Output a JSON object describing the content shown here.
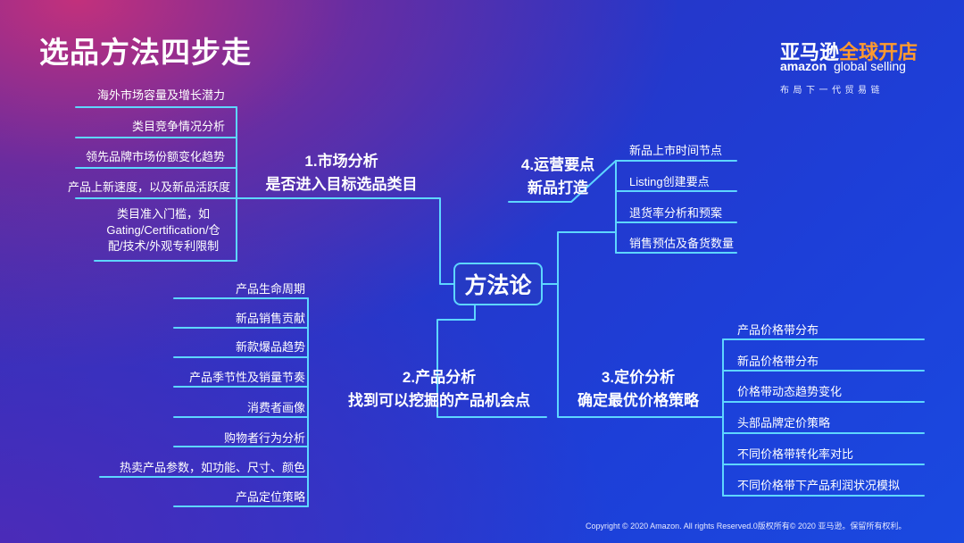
{
  "title": "选品方法四步走",
  "logo": {
    "cn_part1": "亚马逊",
    "cn_part2": "全球开店",
    "en_part1": "amazon",
    "en_part2": "global selling",
    "tagline": "布局下一代贸易链"
  },
  "center_label": "方法论",
  "branches": [
    {
      "line1": "1.市场分析",
      "line2": "是否进入目标选品类目",
      "leaves": [
        "海外市场容量及增长潜力",
        "类目竞争情况分析",
        "领先品牌市场份额变化趋势",
        "产品上新速度，以及新品活跃度"
      ],
      "leaf_multiline": [
        "类目准入门槛，如",
        "Gating/Certification/仓",
        "配/技术/外观专利限制"
      ]
    },
    {
      "line1": "2.产品分析",
      "line2": "找到可以挖掘的产品机会点",
      "leaves": [
        "产品生命周期",
        "新品销售贡献",
        "新款爆品趋势",
        "产品季节性及销量节奏",
        "消费者画像",
        "购物者行为分析",
        "热卖产品参数，如功能、尺寸、颜色",
        "产品定位策略"
      ]
    },
    {
      "line1": "3.定价分析",
      "line2": "确定最优价格策略",
      "leaves": [
        "产品价格带分布",
        "新品价格带分布",
        "价格带动态趋势变化",
        "头部品牌定价策略",
        "不同价格带转化率对比",
        "不同价格带下产品利润状况模拟"
      ]
    },
    {
      "line1": "4.运营要点",
      "line2": "新品打造",
      "leaves": [
        "新品上市时间节点",
        "Listing创建要点",
        "退货率分析和预案",
        "销售预估及备货数量"
      ]
    }
  ],
  "copyright": "Copyright © 2020 Amazon. All rights Reserved.0版权所有© 2020 亚马逊。保留所有权利。",
  "colors": {
    "line": "#5ed6ff",
    "logo_accent": "#ff9a2e"
  }
}
